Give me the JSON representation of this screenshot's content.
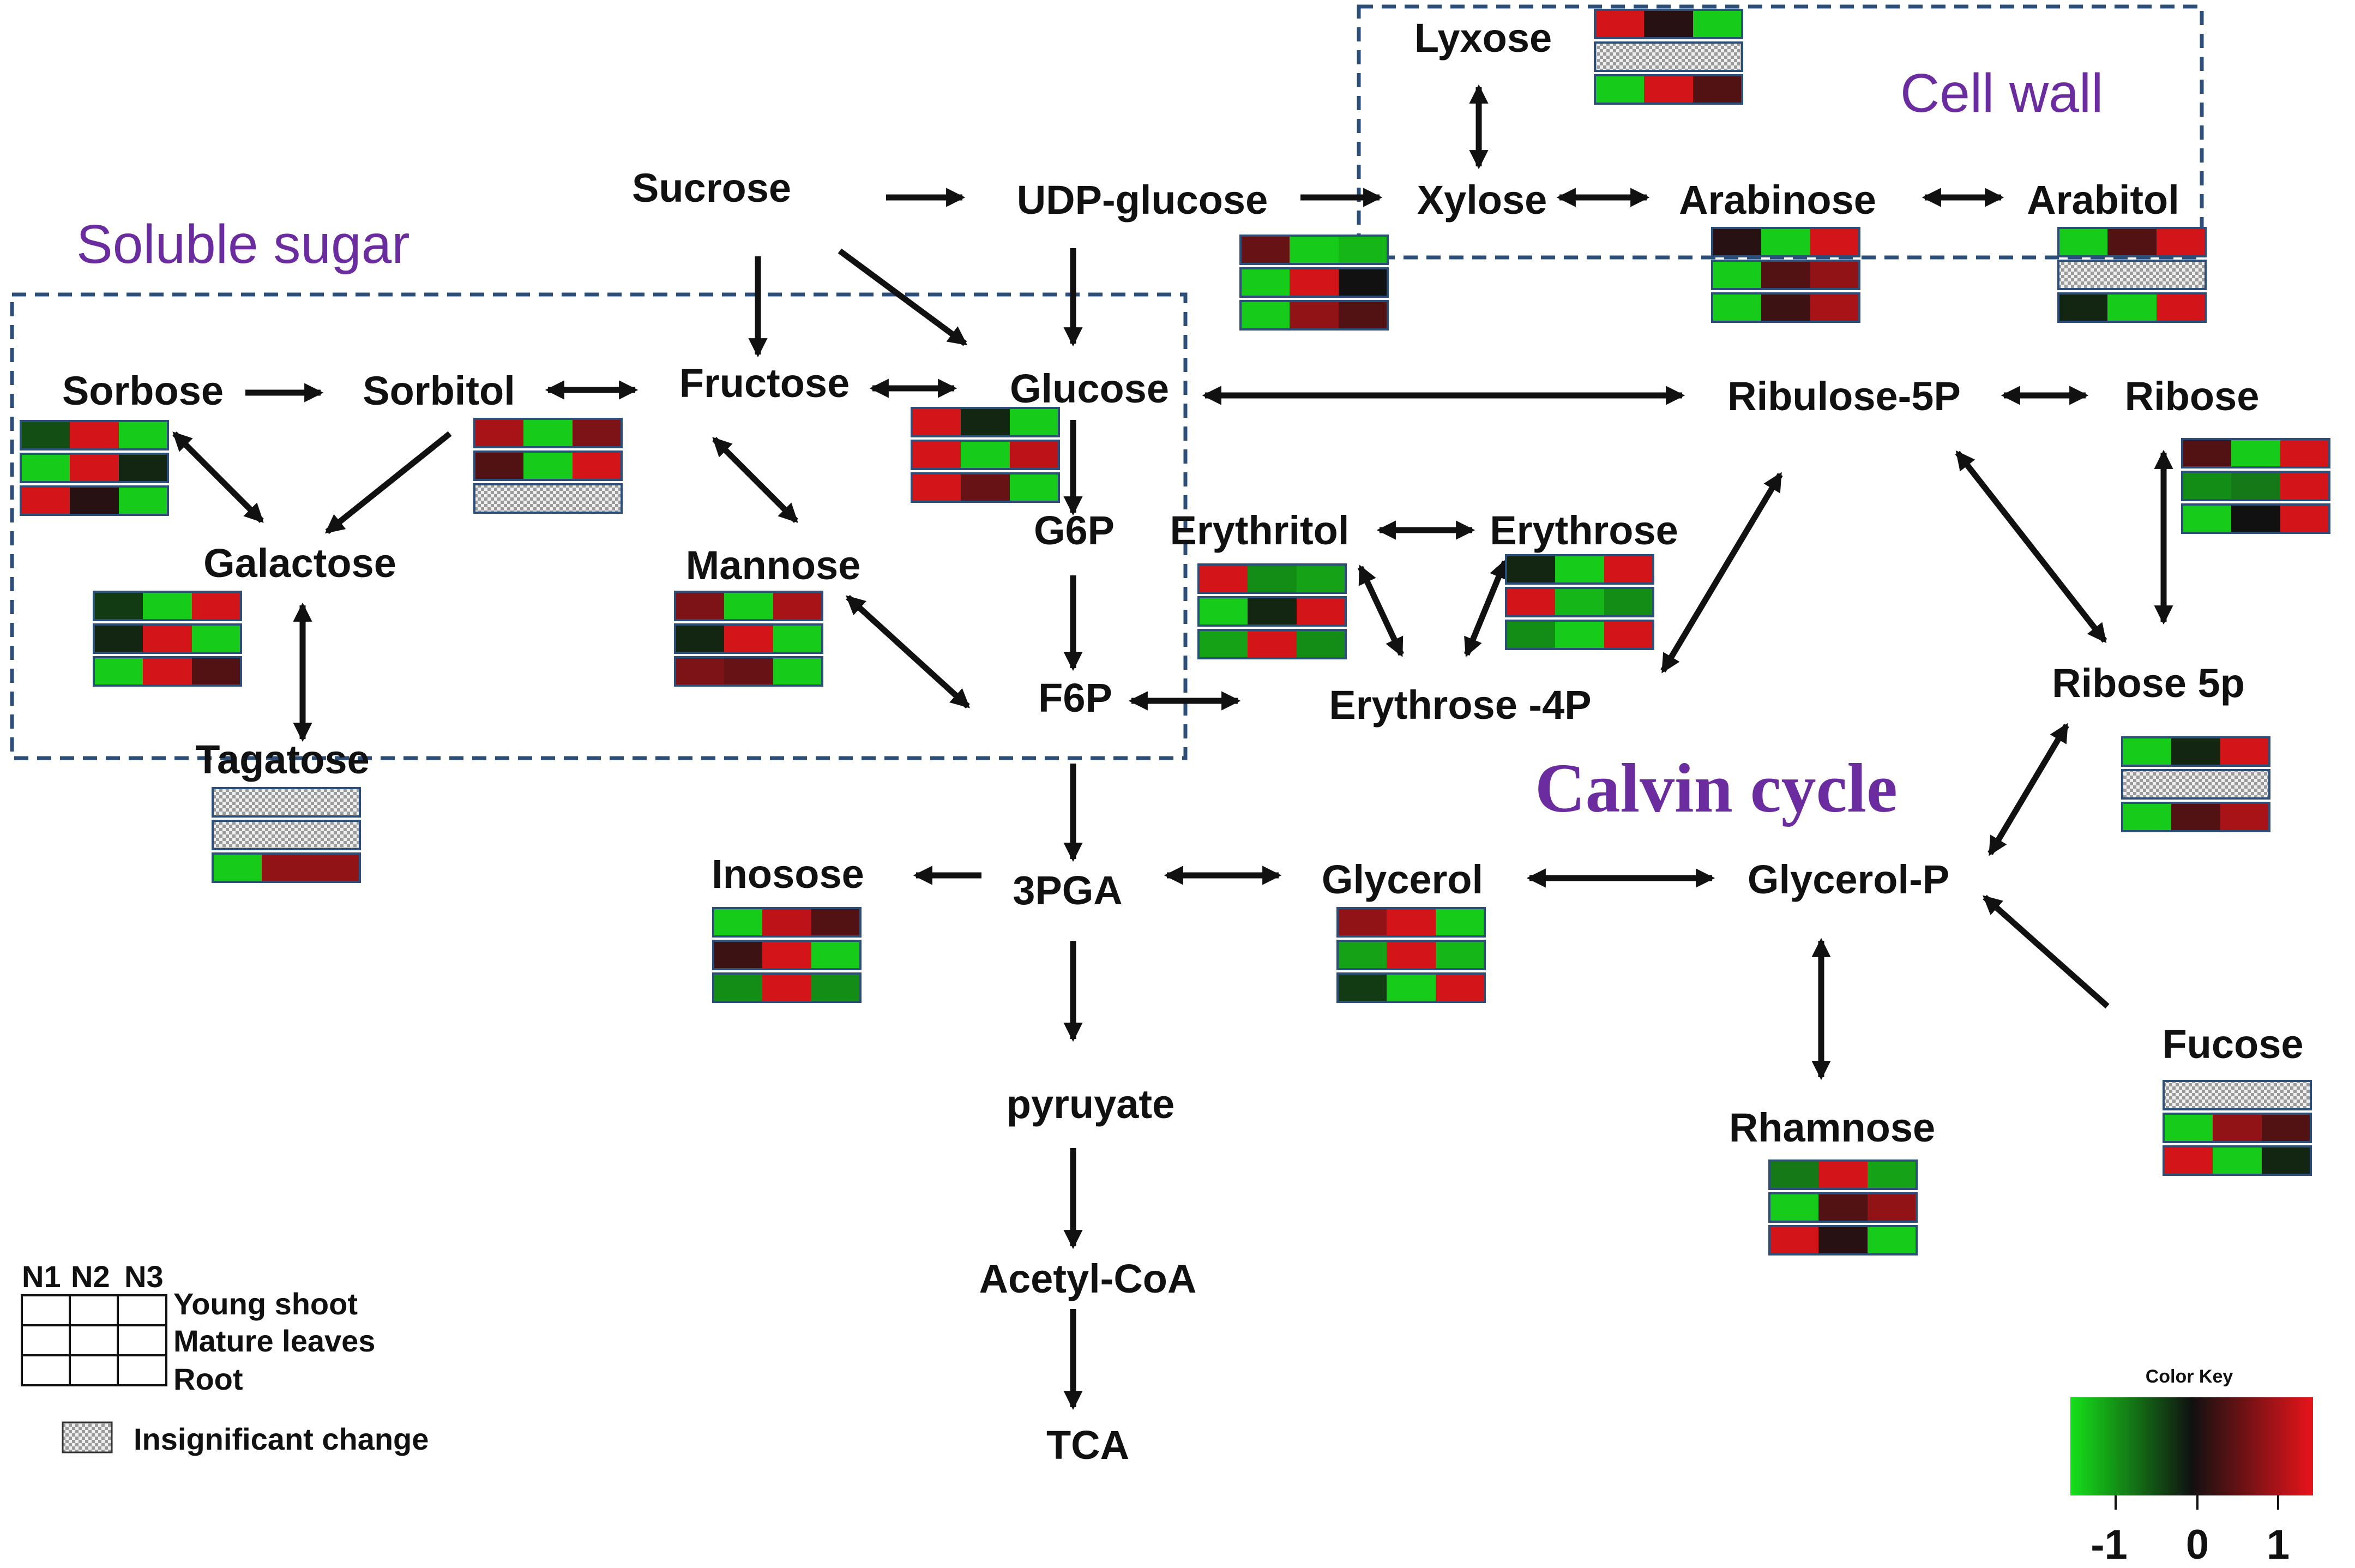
{
  "colors": {
    "up": "#e8141a",
    "neutral": "#111111",
    "down": "#16e01a",
    "region_label": "#6a2c9e",
    "box_border": "#2c4f7a"
  },
  "regions": {
    "soluble_sugar": "Soluble sugar",
    "cell_wall": "Cell wall",
    "calvin_cycle": "Calvin cycle"
  },
  "nodes": {
    "lyxose": "Lyxose",
    "sucrose": "Sucrose",
    "udp_glucose": "UDP-glucose",
    "xylose": "Xylose",
    "arabinose": "Arabinose",
    "arabitol": "Arabitol",
    "sorbose": "Sorbose",
    "sorbitol": "Sorbitol",
    "fructose": "Fructose",
    "glucose": "Glucose",
    "ribulose_5p": "Ribulose-5P",
    "ribose": "Ribose",
    "galactose": "Galactose",
    "mannose": "Mannose",
    "g6p": "G6P",
    "erythritol": "Erythritol",
    "erythrose": "Erythrose",
    "f6p": "F6P",
    "erythrose_4p": "Erythrose -4P",
    "ribose_5p": "Ribose 5p",
    "tagatose": "Tagatose",
    "inosose": "Inosose",
    "pga3": "3PGA",
    "glycerol": "Glycerol",
    "glycerol_p": "Glycerol-P",
    "pyruvate": "pyruyate",
    "fucose": "Fucose",
    "rhamnose": "Rhamnose",
    "acetyl_coa": "Acetyl-CoA",
    "tca": "TCA"
  },
  "legend": {
    "col1": "N1",
    "col2": "N2",
    "col3": "N3",
    "row1": "Young shoot",
    "row2": "Mature leaves",
    "row3": "Root",
    "insignificant": "Insignificant change"
  },
  "color_key": {
    "title": "Color Key",
    "min": "-1",
    "mid": "0",
    "max": "1"
  },
  "heatmaps": {
    "lyxose": [
      [
        0.9,
        0.1,
        -0.9
      ],
      [
        "ns",
        "ns",
        "ns"
      ],
      [
        -0.9,
        0.9,
        0.3
      ]
    ],
    "udp_glucose": [
      [
        0.4,
        -0.9,
        -0.8
      ],
      [
        -0.9,
        0.9,
        0.0
      ],
      [
        -0.9,
        0.6,
        0.3
      ]
    ],
    "arabinose": [
      [
        0.1,
        -0.9,
        0.9
      ],
      [
        -0.9,
        0.3,
        0.6
      ],
      [
        -0.9,
        0.2,
        0.7
      ]
    ],
    "arabitol": [
      [
        -0.9,
        0.3,
        0.9
      ],
      [
        "ns",
        "ns",
        "ns"
      ],
      [
        -0.1,
        -0.9,
        0.9
      ]
    ],
    "sorbose": [
      [
        -0.3,
        0.9,
        -0.9
      ],
      [
        -0.9,
        0.9,
        -0.1
      ],
      [
        0.9,
        0.1,
        -0.9
      ]
    ],
    "sorbitol": [
      [
        0.7,
        -0.9,
        0.5
      ],
      [
        0.3,
        -0.9,
        0.9
      ],
      [
        "ns",
        "ns",
        "ns"
      ]
    ],
    "glucose": [
      [
        0.9,
        -0.1,
        -0.9
      ],
      [
        0.9,
        -0.9,
        0.8
      ],
      [
        0.9,
        0.4,
        -0.9
      ]
    ],
    "ribose": [
      [
        0.3,
        -0.9,
        0.9
      ],
      [
        -0.6,
        -0.5,
        0.9
      ],
      [
        -0.9,
        0.0,
        0.9
      ]
    ],
    "galactose": [
      [
        -0.2,
        -0.9,
        0.9
      ],
      [
        -0.1,
        0.9,
        -0.9
      ],
      [
        -0.9,
        0.9,
        0.3
      ]
    ],
    "mannose": [
      [
        0.5,
        -0.9,
        0.7
      ],
      [
        -0.1,
        0.9,
        -0.9
      ],
      [
        0.5,
        0.4,
        -0.9
      ]
    ],
    "erythritol": [
      [
        0.9,
        -0.6,
        -0.7
      ],
      [
        -0.9,
        -0.1,
        0.9
      ],
      [
        -0.7,
        0.9,
        -0.6
      ]
    ],
    "erythrose": [
      [
        -0.1,
        -0.9,
        0.9
      ],
      [
        0.9,
        -0.8,
        -0.6
      ],
      [
        -0.6,
        -0.9,
        0.9
      ]
    ],
    "ribose_5p": [
      [
        -0.9,
        -0.1,
        0.9
      ],
      [
        "ns",
        "ns",
        "ns"
      ],
      [
        -0.9,
        0.3,
        0.7
      ]
    ],
    "tagatose": [
      [
        "ns",
        "ns",
        "ns"
      ],
      [
        "ns",
        "ns",
        "ns"
      ],
      [
        -0.9,
        0.6,
        0.6
      ]
    ],
    "inosose": [
      [
        -0.9,
        0.8,
        0.3
      ],
      [
        0.2,
        0.9,
        -0.9
      ],
      [
        -0.6,
        0.9,
        -0.6
      ]
    ],
    "glycerol": [
      [
        0.6,
        0.9,
        -0.9
      ],
      [
        -0.7,
        0.9,
        -0.8
      ],
      [
        -0.2,
        -0.9,
        0.9
      ]
    ],
    "fucose": [
      [
        "ns",
        "ns",
        "ns"
      ],
      [
        -0.9,
        0.6,
        0.3
      ],
      [
        0.9,
        -0.9,
        -0.1
      ]
    ],
    "rhamnose": [
      [
        -0.5,
        0.9,
        -0.7
      ],
      [
        -0.9,
        0.3,
        0.6
      ],
      [
        0.9,
        0.1,
        -0.9
      ]
    ]
  }
}
